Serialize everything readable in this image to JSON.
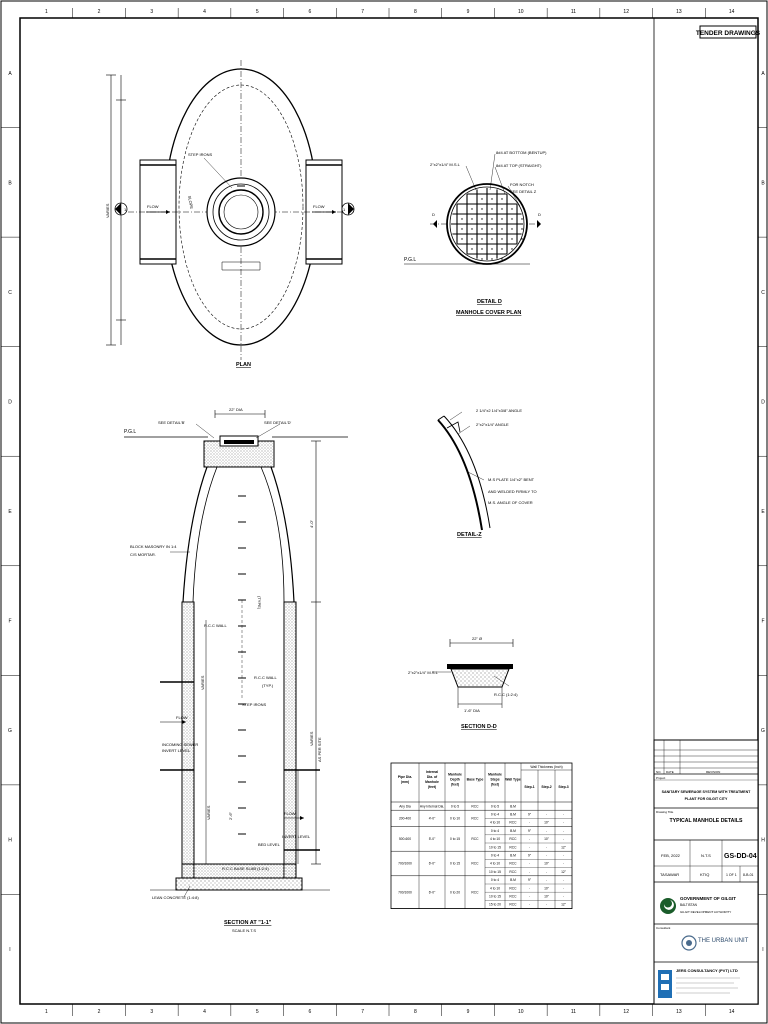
{
  "grid": {
    "columns": [
      "1",
      "2",
      "3",
      "4",
      "5",
      "6",
      "7",
      "8",
      "9",
      "10",
      "11",
      "12",
      "13",
      "14"
    ],
    "rows": [
      "A",
      "B",
      "C",
      "D",
      "E",
      "F",
      "G",
      "H",
      "I"
    ]
  },
  "stamp": "TENDER DRAWINGS",
  "plan": {
    "title": "PLAN",
    "labels": {
      "varies": "VARIES",
      "step_irons": "STEP IRONS",
      "flow_left": "FLOW",
      "flow_right": "FLOW",
      "slope": "SLOPE",
      "section_mark": "1"
    }
  },
  "detail_d": {
    "title": "DETAIL D",
    "subtitle": "MANHOLE COVER PLAN",
    "labels": {
      "msl": "2\"x2\"x1/4\" M.S.L",
      "bottom": "8#4 AT BOTTOM (BENTUP)",
      "top": "8#4 AT TOP (STRAIGHT)",
      "notch1": "FOR NOTCH",
      "notch2": "SEE DETAIL Z",
      "pgl": "P.G.L",
      "d": "D"
    }
  },
  "detail_z": {
    "title": "DETAIL-Z",
    "labels": {
      "angle1": "2 1/4\"x2 1/4\"x3/8\" ANGLE",
      "angle2": "2\"x2\"x1/4\" ANGLE",
      "plate1": "M.S PLATE 1/4\"x2\" BENT",
      "plate2": "AND WELDED FIRMLY TO",
      "plate3": "M.S. ANGLE OF COVER"
    }
  },
  "section_dd": {
    "title": "SECTION D-D",
    "labels": {
      "dia_top": "22\" Ø",
      "msl": "2\"x2\"x1/4\" M.S.L",
      "rcc": "R.C.C (1:2:4)",
      "dia_bottom": "1'-6\" DIA"
    }
  },
  "section_11": {
    "title": "SECTION AT \"1-1\"",
    "scale": "SCALE N.T.S",
    "labels": {
      "dia": "22\" DIA",
      "see_b": "SEE DETAIL'B'",
      "see_d": "SEE DETAIL'D'",
      "pgl": "P.G.L",
      "height": "4'-0\"",
      "block1": "BLOCK MASONRY IN 1:4",
      "block2": "C/S MORTAR.",
      "rcc_wall": "R.C.C WALL",
      "rcc_wall2": "R.C.C WALL",
      "typ1": "(TYPE)",
      "typ2": "(TYP.)",
      "varies": "VARIES",
      "varies2": "VARIES",
      "varies3": "VARIES",
      "as_per": "AS PER SITE",
      "step_irons": "STEP IRONS",
      "flow": "FLOW",
      "incoming1": "INCOMING SEWER",
      "incoming2": "INVERT LEVEL",
      "invert": "INVERT LEVEL",
      "bed": "BED LEVEL",
      "size": "2'-6\"",
      "base": "R.C.C BASE SLAB (1:2:4)",
      "lean": "LEAN CONCRETE (1:4:8)"
    }
  },
  "table": {
    "wall_thickness": "Wall Thickness (Inch)",
    "headers": [
      "Pipe Dia. (mm)",
      "Internal Dia. of Manhole (feet)",
      "Manhole Depth (feet)",
      "Base Type",
      "Manhole Steps (feet)",
      "Wall Type",
      "Step-1",
      "Step-2",
      "Step-3"
    ],
    "groups": [
      {
        "pipe": "Any Dia",
        "internal": "Any Internal Dia.",
        "depth": "0 to 5",
        "base": "RCC",
        "rows": [
          {
            "steps": "0 to 5",
            "wall": "B.M",
            "s1": "",
            "s2": "",
            "s3": ""
          }
        ]
      },
      {
        "pipe": "200-400",
        "internal": "4'-0\"",
        "depth": "0 to 10",
        "base": "RCC",
        "rows": [
          {
            "steps": "0 to 4",
            "wall": "B.M",
            "s1": "9\"",
            "s2": "-",
            "s3": "-"
          },
          {
            "steps": "4 to 10",
            "wall": "RCC",
            "s1": "-",
            "s2": "10\"",
            "s3": "-"
          }
        ]
      },
      {
        "pipe": "500-600",
        "internal": "5'-0\"",
        "depth": "0 to 15",
        "base": "RCC",
        "rows": [
          {
            "steps": "0 to 4",
            "wall": "B.M",
            "s1": "9\"",
            "s2": "-",
            "s3": "-"
          },
          {
            "steps": "4 to 10",
            "wall": "RCC",
            "s1": "-",
            "s2": "10\"",
            "s3": "-"
          },
          {
            "steps": "10 to 15",
            "wall": "RCC",
            "s1": "-",
            "s2": "-",
            "s3": "12\""
          }
        ]
      },
      {
        "pipe": "700/1000",
        "internal": "6'-0\"",
        "depth": "0 to 15",
        "base": "RCC",
        "rows": [
          {
            "steps": "0 to 4",
            "wall": "B.M",
            "s1": "9\"",
            "s2": "-",
            "s3": "-"
          },
          {
            "steps": "4 to 10",
            "wall": "RCC",
            "s1": "-",
            "s2": "10\"",
            "s3": "-"
          },
          {
            "steps": "10 to 15",
            "wall": "RCC",
            "s1": "-",
            "s2": "-",
            "s3": "12\""
          }
        ]
      },
      {
        "pipe": "700/1000",
        "internal": "6'-0\"",
        "depth": "0 to 20",
        "base": "RCC",
        "rows": [
          {
            "steps": "0 to 4",
            "wall": "B.M",
            "s1": "9\"",
            "s2": "-",
            "s3": "-"
          },
          {
            "steps": "4 to 10",
            "wall": "RCC",
            "s1": "-",
            "s2": "10\"",
            "s3": "-"
          },
          {
            "steps": "10 to 15",
            "wall": "RCC",
            "s1": "-",
            "s2": "10\"",
            "s3": "-"
          },
          {
            "steps": "15 to 20",
            "wall": "RCC",
            "s1": "-",
            "s2": "-",
            "s3": "12\""
          }
        ]
      }
    ]
  },
  "title_block": {
    "rev_headers": [
      "NO.",
      "DATE",
      "REVISION"
    ],
    "project_caption": "Project",
    "project": [
      "SANITARY SEWERAGE SYSTEM WITH TREATMENT",
      "PLANT FOR GILGIT CITY"
    ],
    "drawing_caption": "Drawing Title",
    "drawing_title": "TYPICAL MANHOLE DETAILS",
    "date": "FEB, 2022",
    "scale": "N.T.S",
    "drawing_no": "GS-DD-04",
    "designed": "TASAWAR",
    "checked": "KTIQ",
    "sheet": "1 OF 1",
    "code": "8-B-01",
    "client1": "GOVERNMENT OF GILGIT",
    "client2": "BALTISTAN",
    "client3": "GILGIT DEVELOPMENT AUTHORITY",
    "unit_caption": "Consultant",
    "unit": "THE URBAN UNIT",
    "consultant": "JERS CONSULTANCY (PVT) LTD"
  }
}
